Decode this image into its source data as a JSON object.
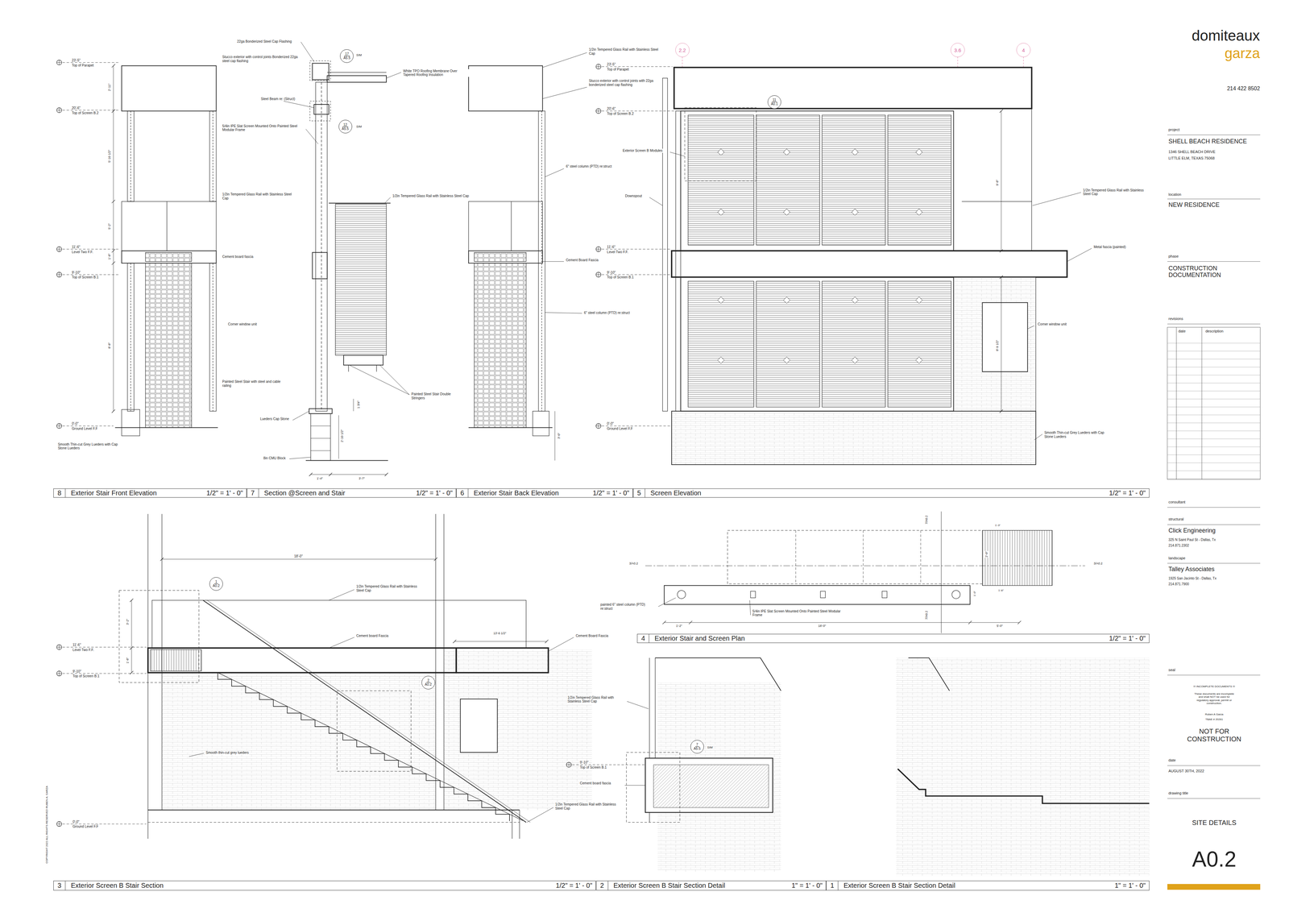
{
  "diagram": {
    "nodes": [
      {
        "text": [
          "2.2"
        ]
      },
      {
        "text": [
          "3.6"
        ]
      },
      {
        "text": [
          "4"
        ]
      },
      {
        "text": [
          "17",
          "A5.5"
        ]
      },
      {
        "text": [
          "12",
          "A5.5"
        ]
      },
      {
        "text": [
          "11",
          "A0.1"
        ]
      },
      {
        "text": [
          "8",
          "Exterior Stair Front Elevation",
          "1/2\" = 1' - 0\""
        ]
      },
      {
        "text": [
          "7",
          "Section @Screen and Stair",
          "1/2\" = 1' - 0\""
        ]
      },
      {
        "text": [
          "6",
          "Exterior Stair Back Elevation",
          "1/2\" = 1' - 0\""
        ]
      },
      {
        "text": [
          "5",
          "Screen Elevation",
          "1/2\" = 1' - 0\""
        ]
      },
      {
        "text": [
          "1",
          "A0.2"
        ]
      },
      {
        "text": [
          "4",
          "Exterior Stair and Screen Plan",
          "1/2\" = 1' - 0\""
        ]
      },
      {
        "text": [
          "2",
          "A0.2"
        ]
      },
      {
        "text": [
          "7",
          "A5.5"
        ]
      },
      {
        "text": [
          "3",
          "Exterior Screen B Stair Section",
          "1/2\" = 1' - 0\""
        ]
      },
      {
        "text": [
          "2",
          "Exterior Screen B  Stair Section Detail",
          "1\" = 1' - 0\""
        ]
      },
      {
        "text": [
          "1",
          "Exterior Screen B  Stair Section Detail",
          "1\" = 1' - 0\""
        ]
      }
    ],
    "labels": [
      "23'-5\"",
      "Top of Parapet",
      "20'-6\"",
      "Top of Screen B.2",
      "11'-6\"",
      "Level Two F.F.",
      "9'-10\"",
      "Top of Screen B.1",
      "0'-0\"",
      "Ground Level F.F",
      "2'-11\"",
      "5'-10 1/2\"",
      "5'-2\"",
      "1'-8\"",
      "8'-8\"",
      "Stucco exterior with control joints Bonderized 22ga steel cap flashing",
      "1/2in Tempered Glass Rail with Stainless Steel Cap",
      "Cement board fascia",
      "Corner window unit",
      "Painted Steel Stair with steel and cable railing",
      "Smooth Thin-cut Grey Lueders with Cap Stone Lueders",
      "22ga Bonderized Steel Cap Flashing",
      "SIM",
      "White TPO Roofing Membrane Over Tapered Roofing Insulation",
      "Steel Beam re: (Struct)",
      "SIM",
      "5/4in IPE Slat Screen Mounted Onto Painted Steel Modular Frame",
      "1/2in Tempered Glass Rail with Stainless Steel Cap",
      "Painted Steel Stair Double Stringers",
      "Lueders Cap Stone",
      "8in CMU Block",
      "1'-4\"",
      "3'-7\"",
      "2'-10 1/2\"",
      "1 3/4\"",
      "1/2in Tempered Glass Rail with Stainless Steel Cap",
      "23'-5\"",
      "Top of Parapet",
      "Stucco exterior with control joints with 22ga bonderized steel cap flashing",
      "20'-6\"",
      "Top of Screen B.2",
      "6\" steel column (PTD) re:struct",
      "Cement Board Fascia",
      "6\" steel column (PTD) re:struct",
      "3'-0\"",
      "11'-6\"",
      "Level Two F.F.",
      "9'-10\"",
      "Top of Screen B.1",
      "0'-0\"",
      "Ground Level F.F",
      "Exterior Screen B Modules",
      "Downspout",
      "1/2in Tempered Glass Rail with Stainless Steel Cap",
      "Metal fascia (painted)",
      "Corner window unit",
      "Smooth Thin-cut Grey Lueders with Cap Stone Lueders",
      "9'-8\"",
      "8'-9 1/2\"",
      "7/A0.2",
      "7/A0.2",
      "3/A0.2",
      "3/A0.2",
      "1'-3\"",
      "2'-0\"",
      "1'-0\"",
      "1'-6\"",
      "painted 6\" steel column (PTD) re:struct",
      "5/4in IPE Slat Screen Mounted Onto Painted Steel Modular Frame",
      "18'-0\"",
      "1'-2\"",
      "5'-0\"",
      "18'-0\"",
      "1/2in Tempered Glass Rail with Stainless Steel Cap",
      "Cement board Fascia",
      "13'-6 1/2\"",
      "Cement Board Fascia",
      "11'-6\"",
      "Level Two F.F.",
      "9'-10\"",
      "Top of Screen B.1",
      "3'-2\"",
      "1'-8\"",
      "Smooth thin-cut grey lueders",
      "1/2in Tempered Glass Rail with Stainless Steel Cap",
      "0'-0\"",
      "Ground Level F.F",
      "COPYRIGHT 2022 ALL RIGHTS RESERVED RUBEN A. GARZA",
      "1/2in Tempered Glass Rail with Stainless Steel Cap",
      "SIM",
      "9'-10\"",
      "Top of Screen B.1",
      "Cement board fascia",
      "domiteaux",
      "garza",
      "214 422 8502",
      "project",
      "SHELL BEACH RESIDENCE",
      "1346 SHELL BEACH DRIVE",
      "LITTLE ELM, TEXAS  75068",
      "location",
      "NEW RESIDENCE",
      "phase",
      "CONSTRUCTION DOCUMENTATION",
      "revisions",
      "date",
      "description",
      "consultant",
      "structural",
      "Click Engineering",
      "325 N Saint Paul St - Dallas, Tx",
      "214.871.2302",
      "landscape",
      "Talley Associates",
      "1925 San Jacinto St - Dallas, Tx",
      "214.871.7900",
      "seal",
      "!!! INCOMPLETE DOCUMENTS !!!",
      "These documents are incomplete and shall NOT be used for regulatory approval, permit or construction.",
      "Ruben A Garza",
      "TBAE # 20261",
      "NOT  FOR CONSTRUCTION",
      "date",
      "AUGUST 30TH, 2022",
      "drawing title",
      "SITE DETAILS",
      "A0.2"
    ]
  }
}
